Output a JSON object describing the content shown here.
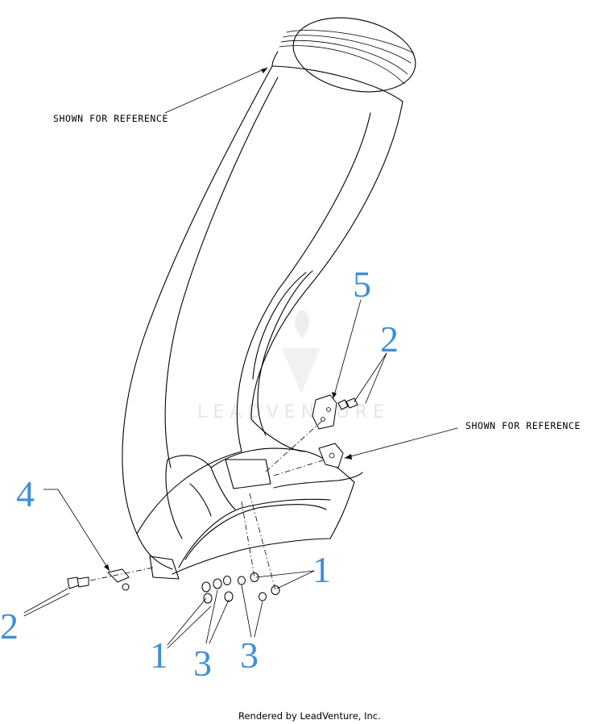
{
  "references": {
    "top": "SHOWN FOR REFERENCE",
    "right": "SHOWN FOR REFERENCE"
  },
  "callouts": {
    "c5": "5",
    "c2_upper": "2",
    "c4": "4",
    "c2_lower": "2",
    "c1_right": "1",
    "c1_lower": "1",
    "c3_left": "3",
    "c3_right": "3"
  },
  "watermark": {
    "text": "LEADVENTURE"
  },
  "footer": {
    "text": "Rendered by LeadVenture, Inc."
  },
  "colors": {
    "callout": "#3d8fd9",
    "lines": "#000000",
    "watermark": "#e6e6e6"
  }
}
